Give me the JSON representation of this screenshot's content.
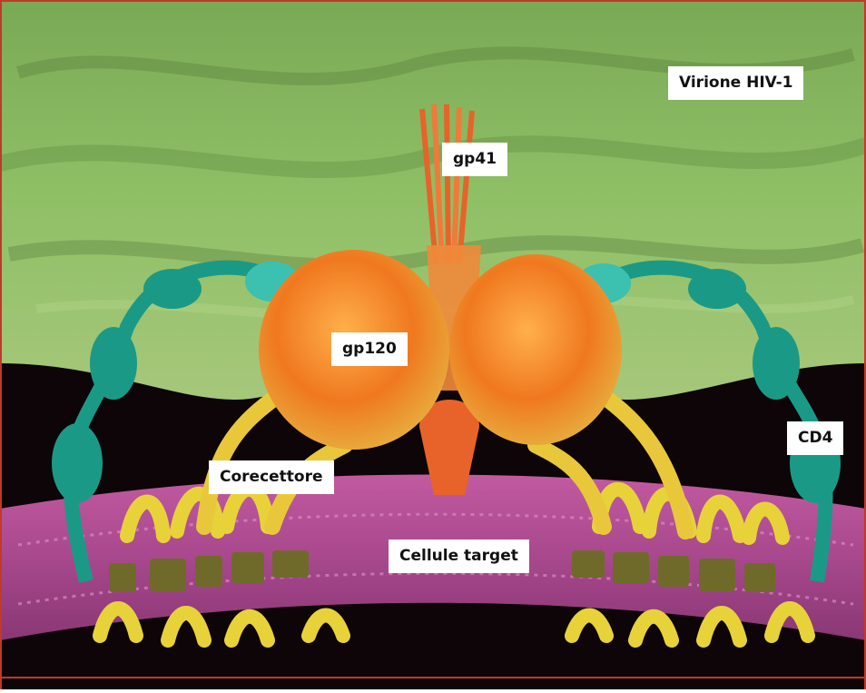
{
  "labels": {
    "virion": "Virione HIV-1",
    "gp41": "gp41",
    "gp120": "gp120",
    "cd4": "CD4",
    "coreceptor": "Corecettore",
    "target_cell": "Cellule target"
  },
  "colors": {
    "virion_envelope": "#8fc066",
    "background": "#0d0508",
    "membrane": "#b0488f",
    "gp120": "#f08a2a",
    "gp41": "#e8632a",
    "cd4": "#1a9a86",
    "coreceptor": "#e8d23a",
    "frame": "#c0392b"
  }
}
